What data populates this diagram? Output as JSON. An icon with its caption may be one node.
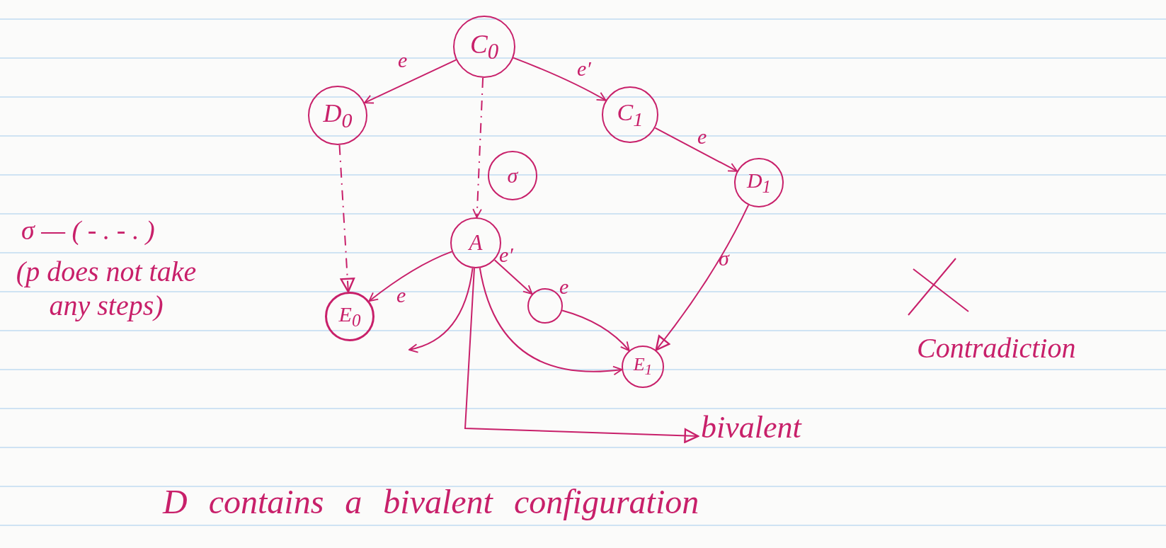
{
  "diagram": {
    "nodes": [
      {
        "text": [
          "C$_{0}$"
        ]
      },
      {
        "text": [
          "D$_{0}$"
        ]
      },
      {
        "text": [
          "C$_{1}$"
        ]
      },
      {
        "text": [
          "D$_{1}$"
        ]
      },
      {
        "text": [
          "σ"
        ]
      },
      {
        "text": [
          "A"
        ]
      },
      {
        "text": [
          "E$_{0}$"
        ]
      },
      {
        "text": [],
        "shape": "circle"
      },
      {
        "text": [
          "E$_{1}$"
        ]
      },
      {
        "text": [
          "bivalent"
        ]
      }
    ],
    "edges": [
      {
        "from": 0,
        "to": 1,
        "arrow": "to",
        "label": "e"
      },
      {
        "from": 0,
        "to": 2,
        "arrow": "to",
        "label": "e′"
      },
      {
        "from": 2,
        "to": 3,
        "arrow": "to",
        "label": "e"
      },
      {
        "from": 0,
        "to": 5,
        "arrow": "to",
        "style": "dashed"
      },
      {
        "from": 1,
        "to": 6,
        "arrow": "to",
        "style": "dashed"
      },
      {
        "from": 3,
        "to": 8,
        "arrow": "to",
        "label": "σ"
      },
      {
        "from": 5,
        "to": 6,
        "arrow": "to",
        "label": "e"
      },
      {
        "from": 5,
        "to": null,
        "arrow": "to"
      },
      {
        "from": 5,
        "to": 7,
        "arrow": "to",
        "label": "e′"
      },
      {
        "from": 7,
        "to": 8,
        "arrow": "to",
        "label": "e"
      },
      {
        "from": 5,
        "to": 8,
        "arrow": "to"
      },
      {
        "from": 5,
        "to": 9,
        "arrow": "to"
      }
    ],
    "labels": [
      "σ — ( - . - . )",
      "(p does not take any steps)",
      "Contradiction",
      "D contains a bivalent configuration"
    ]
  }
}
